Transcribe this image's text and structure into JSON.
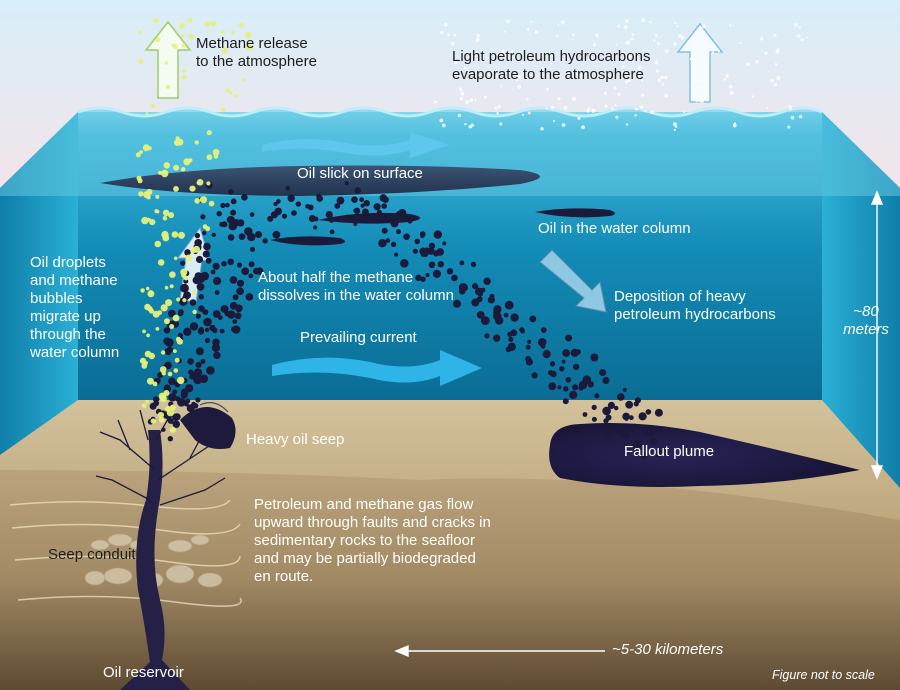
{
  "labels": {
    "methane_release": "Methane release\nto the atmosphere",
    "light_petroleum": "Light petroleum hydrocarbons\nevaporate to the atmosphere",
    "oil_slick": "Oil slick on surface",
    "oil_water_column": "Oil in the water column",
    "droplets_migrate": "Oil droplets\nand methane\nbubbles\nmigrate up\nthrough the\nwater column",
    "half_methane": "About half the methane\ndissolves in the water column",
    "deposition": "Deposition of heavy\npetroleum hydrocarbons",
    "prevailing_current": "Prevailing current",
    "heavy_oil_seep": "Heavy oil seep",
    "fallout_plume": "Fallout plume",
    "petroleum_flow": "Petroleum and methane gas flow\nupward through faults and cracks in\nsedimentary rocks to the seafloor\nand may be partially biodegraded\nen route.",
    "seep_conduit": "Seep conduit",
    "oil_reservoir": "Oil reservoir",
    "depth": "~80\nmeters",
    "distance": "~5-30 kilometers",
    "scale_note": "Figure not to scale"
  },
  "colors": {
    "sky_top": "#d8eef8",
    "sky_bottom": "#f3e4ea",
    "water_surface": "#6fd0e8",
    "water_deep": "#0a6f98",
    "side_wall": "#1f9cc2",
    "sediment_top": "#c9b58f",
    "sediment_bottom": "#5e4a33",
    "oil": "#1b1a3a",
    "methane_bubble": "#e6f07a",
    "current_arrow": "#2fb4e8"
  },
  "icons": {
    "methane_arrow": "up-arrow-icon",
    "petroleum_arrow": "up-arrow-icon",
    "depth_arrow": "double-arrow-icon",
    "distance_arrow": "left-arrow-icon"
  }
}
